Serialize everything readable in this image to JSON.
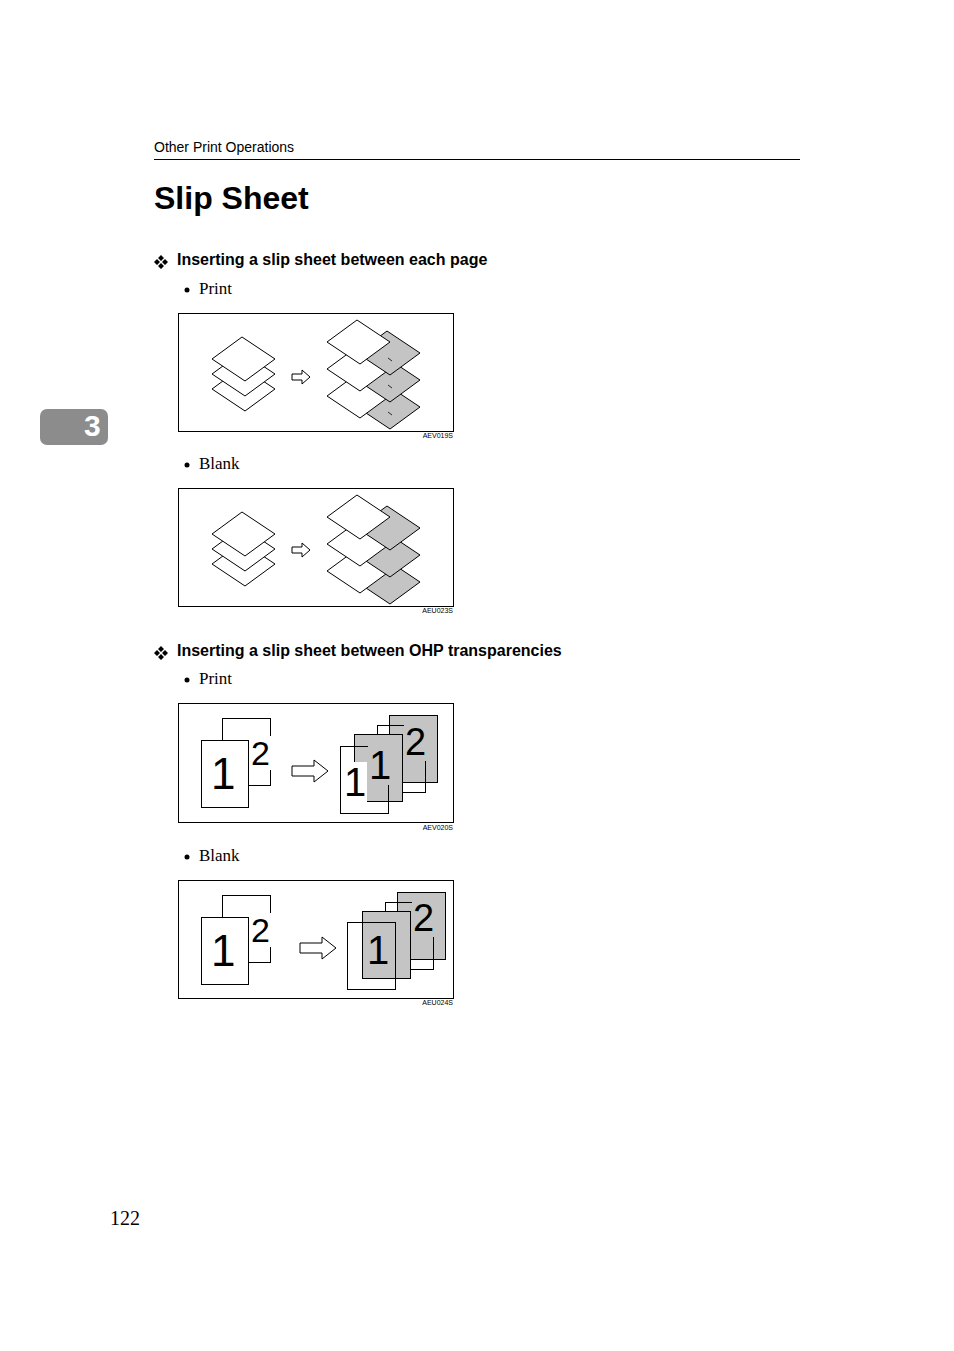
{
  "diagram": {
    "title": "Slip Sheet",
    "labels": [
      "Other Print Operations",
      "3",
      "Inserting a slip sheet between each page",
      "Print",
      "AEV019S",
      "Blank",
      "AEU023S",
      "Inserting a slip sheet between OHP transparencies",
      "Print",
      "2",
      "1",
      "1",
      "1",
      "2",
      "AEV020S",
      "Blank",
      "2",
      "1",
      "1",
      "2",
      "AEU024S",
      "122"
    ]
  }
}
